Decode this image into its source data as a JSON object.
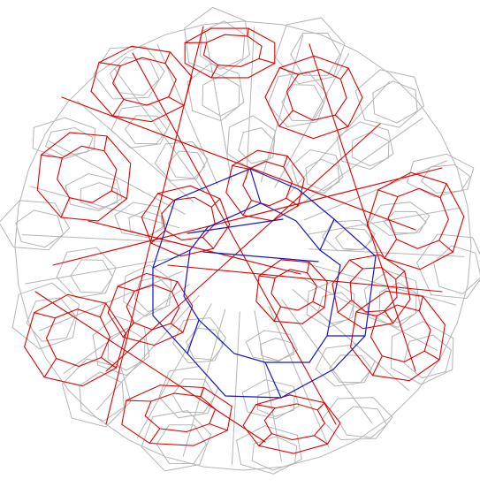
{
  "figure": {
    "kind": "wireframe-polytope-projection",
    "layers": [
      {
        "name": "background-cells",
        "color": "#b4b4b4"
      },
      {
        "name": "highlighted-cells",
        "color": "#e00000"
      },
      {
        "name": "central-cell",
        "color": "#1515c8"
      }
    ]
  }
}
